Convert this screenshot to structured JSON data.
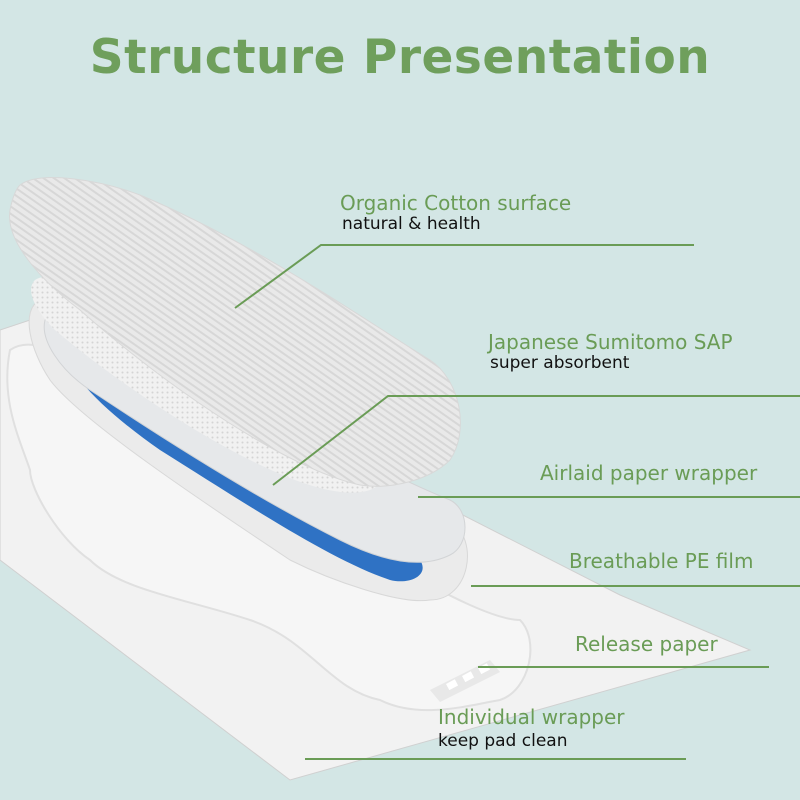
{
  "title": "Structure Presentation",
  "colors": {
    "background": "#d3e6e5",
    "accent_green": "#6a9c56",
    "sap_blue": "#2f72c4",
    "subtext": "#111111"
  },
  "layers": [
    {
      "name": "Organic Cotton surface",
      "subtitle": "natural & health"
    },
    {
      "name": "Japanese Sumitomo SAP",
      "subtitle": "super absorbent"
    },
    {
      "name": "Airlaid paper wrapper",
      "subtitle": ""
    },
    {
      "name": "Breathable PE film",
      "subtitle": ""
    },
    {
      "name": "Release paper",
      "subtitle": ""
    },
    {
      "name": "Individual wrapper",
      "subtitle": "keep pad clean"
    }
  ]
}
